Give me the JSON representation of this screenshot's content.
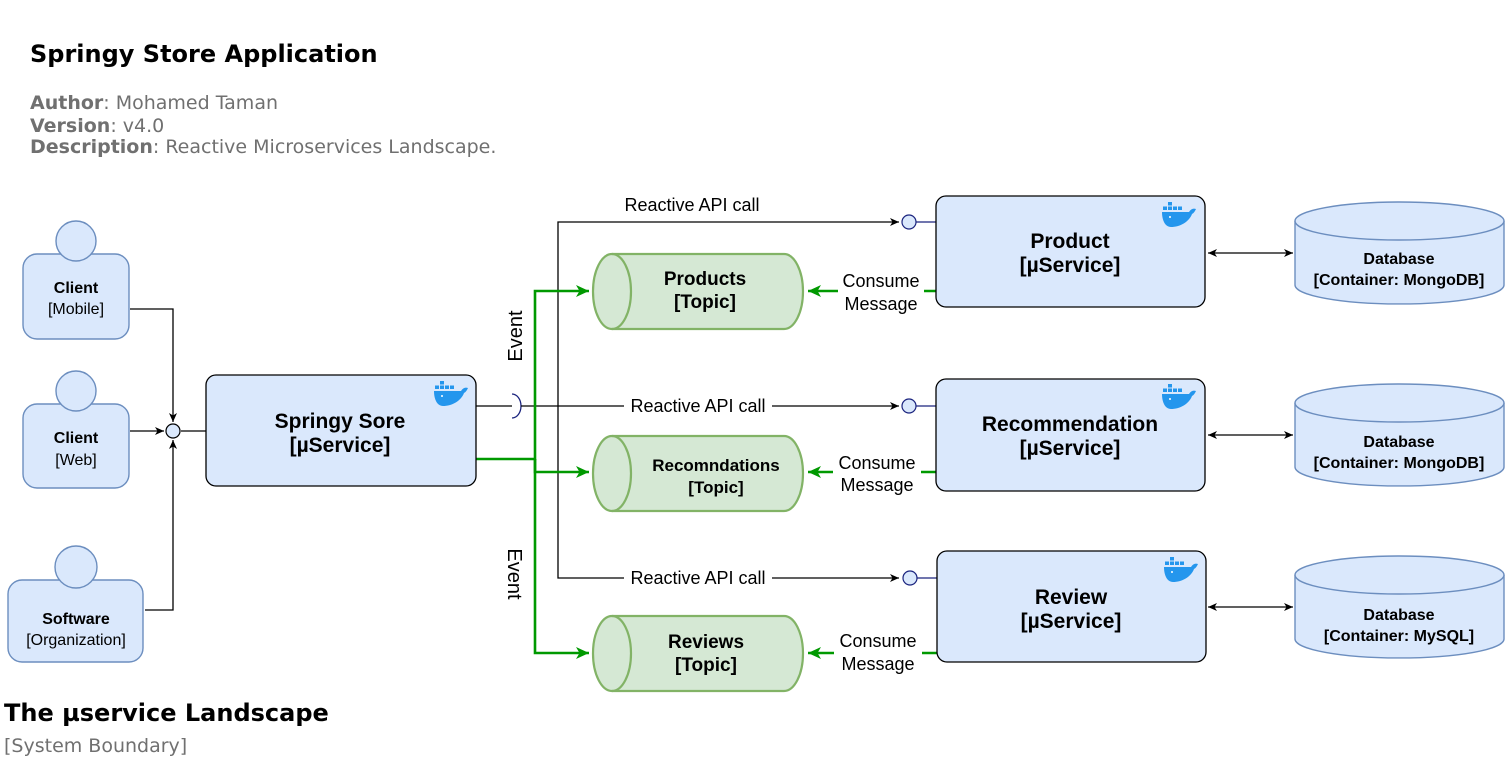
{
  "header": {
    "title": "Springy Store Application",
    "author_key": "Author",
    "author_value": ": Mohamed Taman",
    "version_key": "Version",
    "version_value": ": v4.0",
    "description_key": "Description",
    "description_value": ": Reactive Microservices Landscape."
  },
  "boundary": {
    "title": "The µservice Landscape",
    "subtitle": "[System Boundary]"
  },
  "actors": [
    {
      "name": "Client",
      "type": "[Mobile]"
    },
    {
      "name": "Client",
      "type": "[Web]"
    },
    {
      "name": "Software",
      "type": "[Organization]"
    }
  ],
  "gateway": {
    "name": "Springy Sore",
    "type": "[µService]"
  },
  "services": [
    {
      "name": "Product",
      "type": "[µService]"
    },
    {
      "name": "Recommendation",
      "type": "[µService]"
    },
    {
      "name": "Review",
      "type": "[µService]"
    }
  ],
  "topics": [
    {
      "name": "Products",
      "type": "[Topic]"
    },
    {
      "name": "Recomndations",
      "type": "[Topic]"
    },
    {
      "name": "Reviews",
      "type": "[Topic]"
    }
  ],
  "databases": [
    {
      "name": "Database",
      "type": "[Container: MongoDB]"
    },
    {
      "name": "Database",
      "type": "[Container: MongoDB]"
    },
    {
      "name": "Database",
      "type": "[Container: MySQL]"
    }
  ],
  "labels": {
    "api_call": "Reactive API call",
    "consume_1": "Consume",
    "consume_2": "Message",
    "event": "Event"
  },
  "colors": {
    "service_fill": "#dae8fc",
    "service_stroke": "#6c8ebf",
    "topic_fill": "#d5e8d4",
    "topic_stroke": "#82b366",
    "event_arrow": "#009900",
    "docker": "#2496ed"
  }
}
